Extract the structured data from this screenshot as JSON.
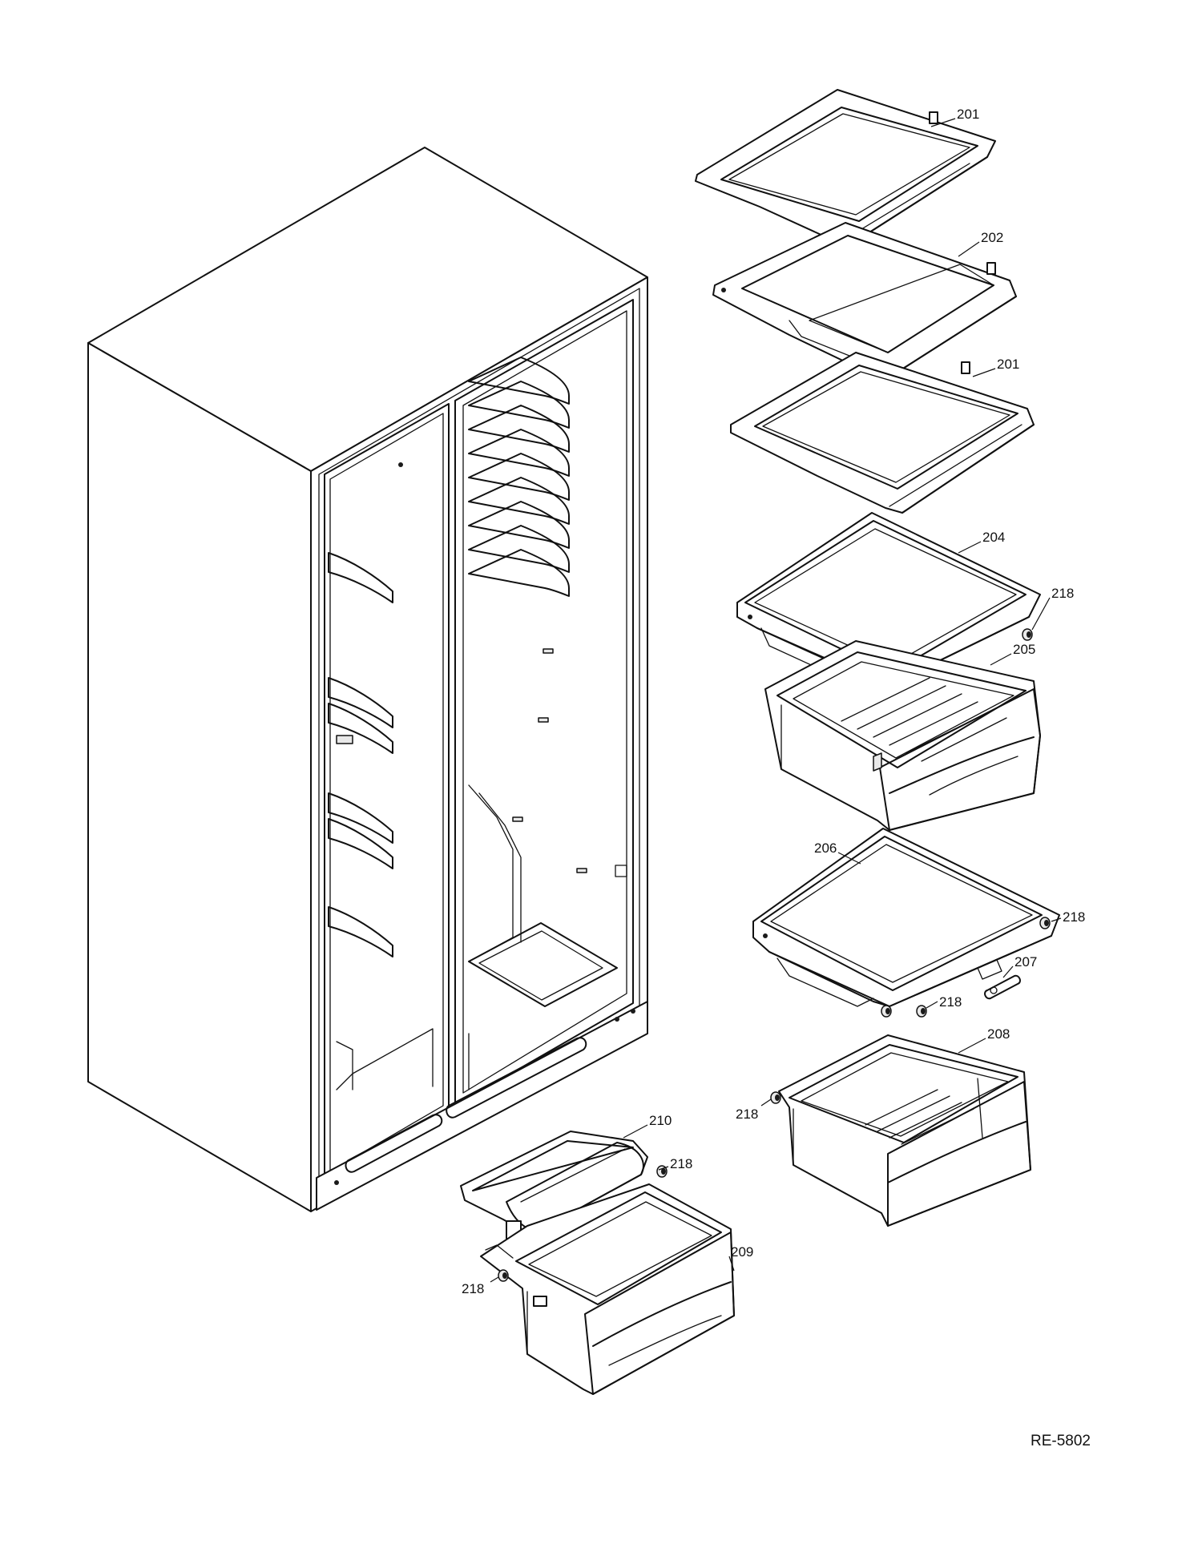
{
  "figure": {
    "reference_code": "RE-5802"
  },
  "callouts": {
    "shelf_top": "201",
    "shelf_middle": "202",
    "shelf_lower": "201",
    "crisper_cover_upper": "204",
    "crisper_drawer_upper": "205",
    "crisper_cover_lower": "206",
    "pin_207": "207",
    "crisper_drawer_lower": "208",
    "pan_209": "209",
    "pan_cover_210": "210",
    "roller_a": "218",
    "roller_b": "218",
    "roller_c": "218",
    "roller_d": "218",
    "roller_e": "218",
    "roller_f": "218"
  }
}
